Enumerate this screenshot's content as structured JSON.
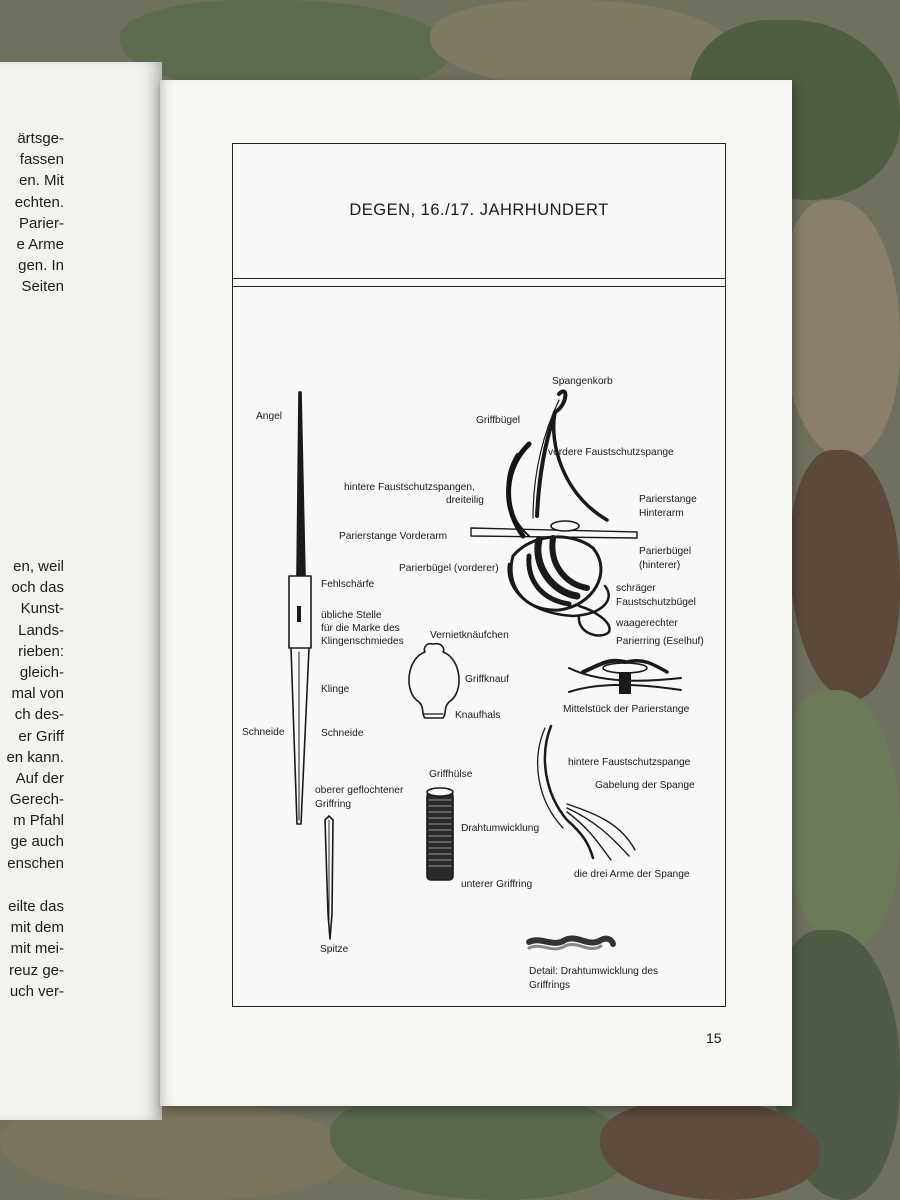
{
  "left_page": {
    "lines_top": [
      "ärtsge-",
      "fassen",
      "en. Mit",
      "echten.",
      "Parier-",
      "e Arme",
      "gen. In",
      "Seiten"
    ],
    "lines_middle": [
      "en, weil",
      "och das",
      "Kunst-",
      "Lands-",
      "rieben:",
      "gleich-",
      "mal von",
      "ch des-",
      "er Griff",
      "en kann.",
      "Auf der",
      "Gerech-",
      "m Pfahl",
      "ge auch",
      "enschen"
    ],
    "lines_bottom": [
      "eilte das",
      "mit dem",
      "mit mei-",
      "reuz ge-",
      "uch ver-"
    ]
  },
  "figure": {
    "title": "DEGEN, 16./17. JAHRHUNDERT",
    "labels": {
      "angel": "Angel",
      "fehlschaerfe": "Fehlschärfe",
      "marke_1": "übliche Stelle",
      "marke_2": "für die Marke des",
      "marke_3": "Klingenschmiedes",
      "klinge": "Klinge",
      "schneide_left": "Schneide",
      "schneide_right": "Schneide",
      "griffring_1": "oberer geflochtener",
      "griffring_2": "Griffring",
      "spitze": "Spitze",
      "spangenkorb": "Spangenkorb",
      "griffbuegel": "Griffbügel",
      "vordere_faust": "vordere Faustschutzspange",
      "hintere_faust_1": "hintere Faustschutzspangen,",
      "hintere_faust_2": "dreiteilig",
      "parierstange_hinter_1": "Parierstange",
      "parierstange_hinter_2": "Hinterarm",
      "parierstange_vorder": "Parierstange Vorderarm",
      "parierbuegel_hinter_1": "Parierbügel",
      "parierbuegel_hinter_2": "(hinterer)",
      "parierbuegel_vorder": "Parierbügel (vorderer)",
      "schraeger_1": "schräger",
      "schraeger_2": "Faustschutzbügel",
      "waagerechter": "waagerechter",
      "parierring": "Parierring (Eselhuf)",
      "vernietknaeufchen": "Vernietknäufchen",
      "griffknauf": "Griffknauf",
      "knaufhals": "Knaufhals",
      "mittelstueck": "Mittelstück der Parierstange",
      "hintere_spange": "hintere Faustschutzspange",
      "gabelung": "Gabelung der Spange",
      "drei_arme": "die drei Arme der Spange",
      "griffhuelse": "Griffhülse",
      "drahtumwicklung": "Drahtumwicklung",
      "unterer_griffring": "unterer Griffring",
      "detail_1": "Detail: Drahtumwicklung des",
      "detail_2": "Griffrings"
    }
  },
  "page_number": "15",
  "colors": {
    "page": "#f6f6f3",
    "ink": "#1a1a1a",
    "background_camo": "#6f705e"
  }
}
